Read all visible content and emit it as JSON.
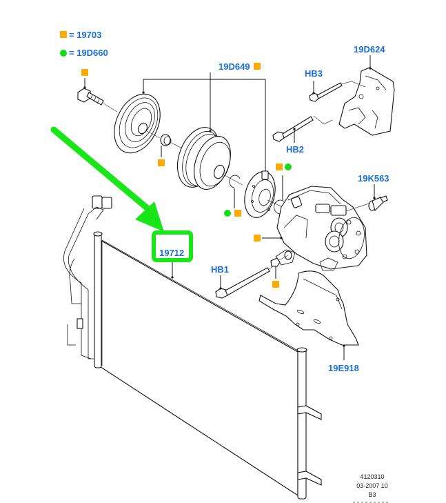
{
  "legend": [
    {
      "symbol": "orange-square",
      "text": "= 19703"
    },
    {
      "symbol": "green-circle",
      "text": "= 19D660"
    }
  ],
  "callouts": {
    "c19D649": "19D649",
    "c19D624": "19D624",
    "cHB3": "HB3",
    "cHB2": "HB2",
    "c19K563": "19K563",
    "c19712": "19712",
    "cHB1": "HB1",
    "c19E918": "19E918"
  },
  "highlight": {
    "part_number": "19712",
    "arrow_color": "#19e619",
    "box_color": "#19e619"
  },
  "colors": {
    "callout_text": "#1a6fe0",
    "orange_marker": "#ffaa00",
    "green_marker": "#11dd11",
    "line_art": "#111111"
  },
  "footer": {
    "line1": "4120310",
    "line2": "03-2007 10",
    "line3": "B3"
  }
}
